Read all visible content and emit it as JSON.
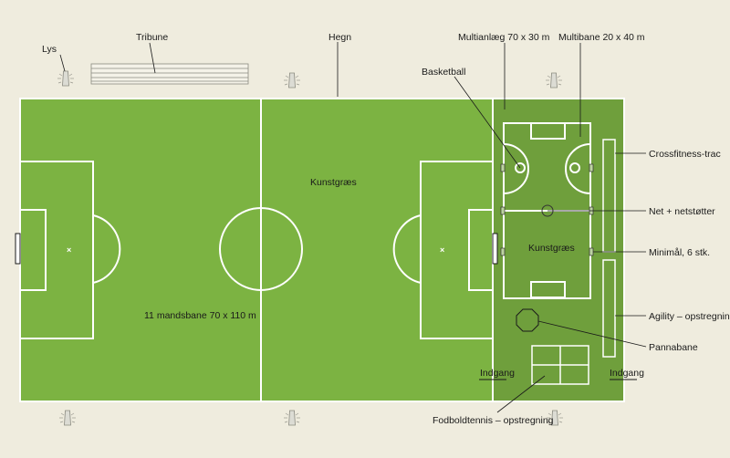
{
  "labels": {
    "lys": "Lys",
    "tribune": "Tribune",
    "hegn": "Hegn",
    "multianlaeg": "Multianlæg 70 x 30 m",
    "multibane": "Multibane 20 x 40 m",
    "basketball": "Basketball",
    "kunstgraes_main": "Kunstgræs",
    "kunstgraes_multi": "Kunstgræs",
    "crossfitness": "Crossfitness-trac",
    "net": "Net + netstøtter",
    "minimaal": "Minimål, 6 stk.",
    "mandsbane": "11 mandsbane 70 x 110  m",
    "agility": "Agility – opstregning",
    "pannabane": "Pannabane",
    "indgang_left": "Indgang",
    "indgang_right": "Indgang",
    "fodboldtennis": "Fodboldtennis – opstregning"
  },
  "colors": {
    "background": "#efecde",
    "grass_main": "#7cb342",
    "grass_multi": "#6f9f3c",
    "line": "#ffffff",
    "label_line": "#1a1a1a",
    "lamp": "#dcdcd4"
  }
}
